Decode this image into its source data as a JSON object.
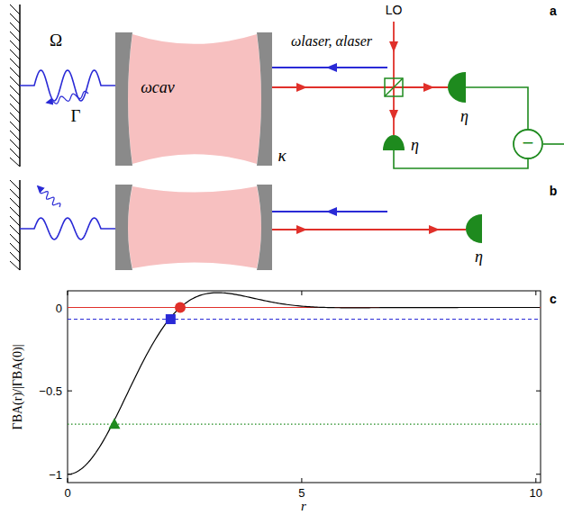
{
  "diagram": {
    "nodes": [
      {
        "text": [
          "η"
        ]
      },
      {
        "text": [
          "η"
        ]
      },
      {
        "text": [
          "−"
        ]
      },
      {
        "text": [
          "η"
        ]
      }
    ],
    "edges": [
      {
        "from": 0,
        "to": 2,
        "arrow": "none"
      },
      {
        "from": 1,
        "to": 2,
        "arrow": "none"
      }
    ],
    "labels": [
      "a",
      "Ω",
      "Γ",
      "ωcav",
      "ωlaser, αlaser",
      "κ",
      "LO",
      "b",
      "c",
      "0",
      "5",
      "10",
      "0",
      "−0.5",
      "−1",
      "r",
      "ΓBA(r)/|ΓBA(0)|"
    ]
  }
}
